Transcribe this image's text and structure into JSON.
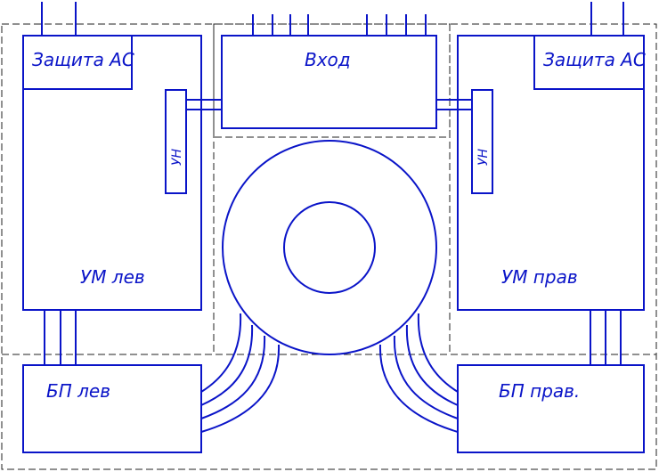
{
  "blocks": {
    "protection_left": "Защита АС",
    "protection_right": "Защита АС",
    "input": "Вход",
    "amp_left": "УМ лев",
    "amp_right": "УМ прав",
    "psu_left": "БП лев",
    "psu_right": "БП прав.",
    "preamp_left": "УН",
    "preamp_right": "УН"
  },
  "colors": {
    "line": "#0a14c8",
    "dash": "#222222"
  }
}
